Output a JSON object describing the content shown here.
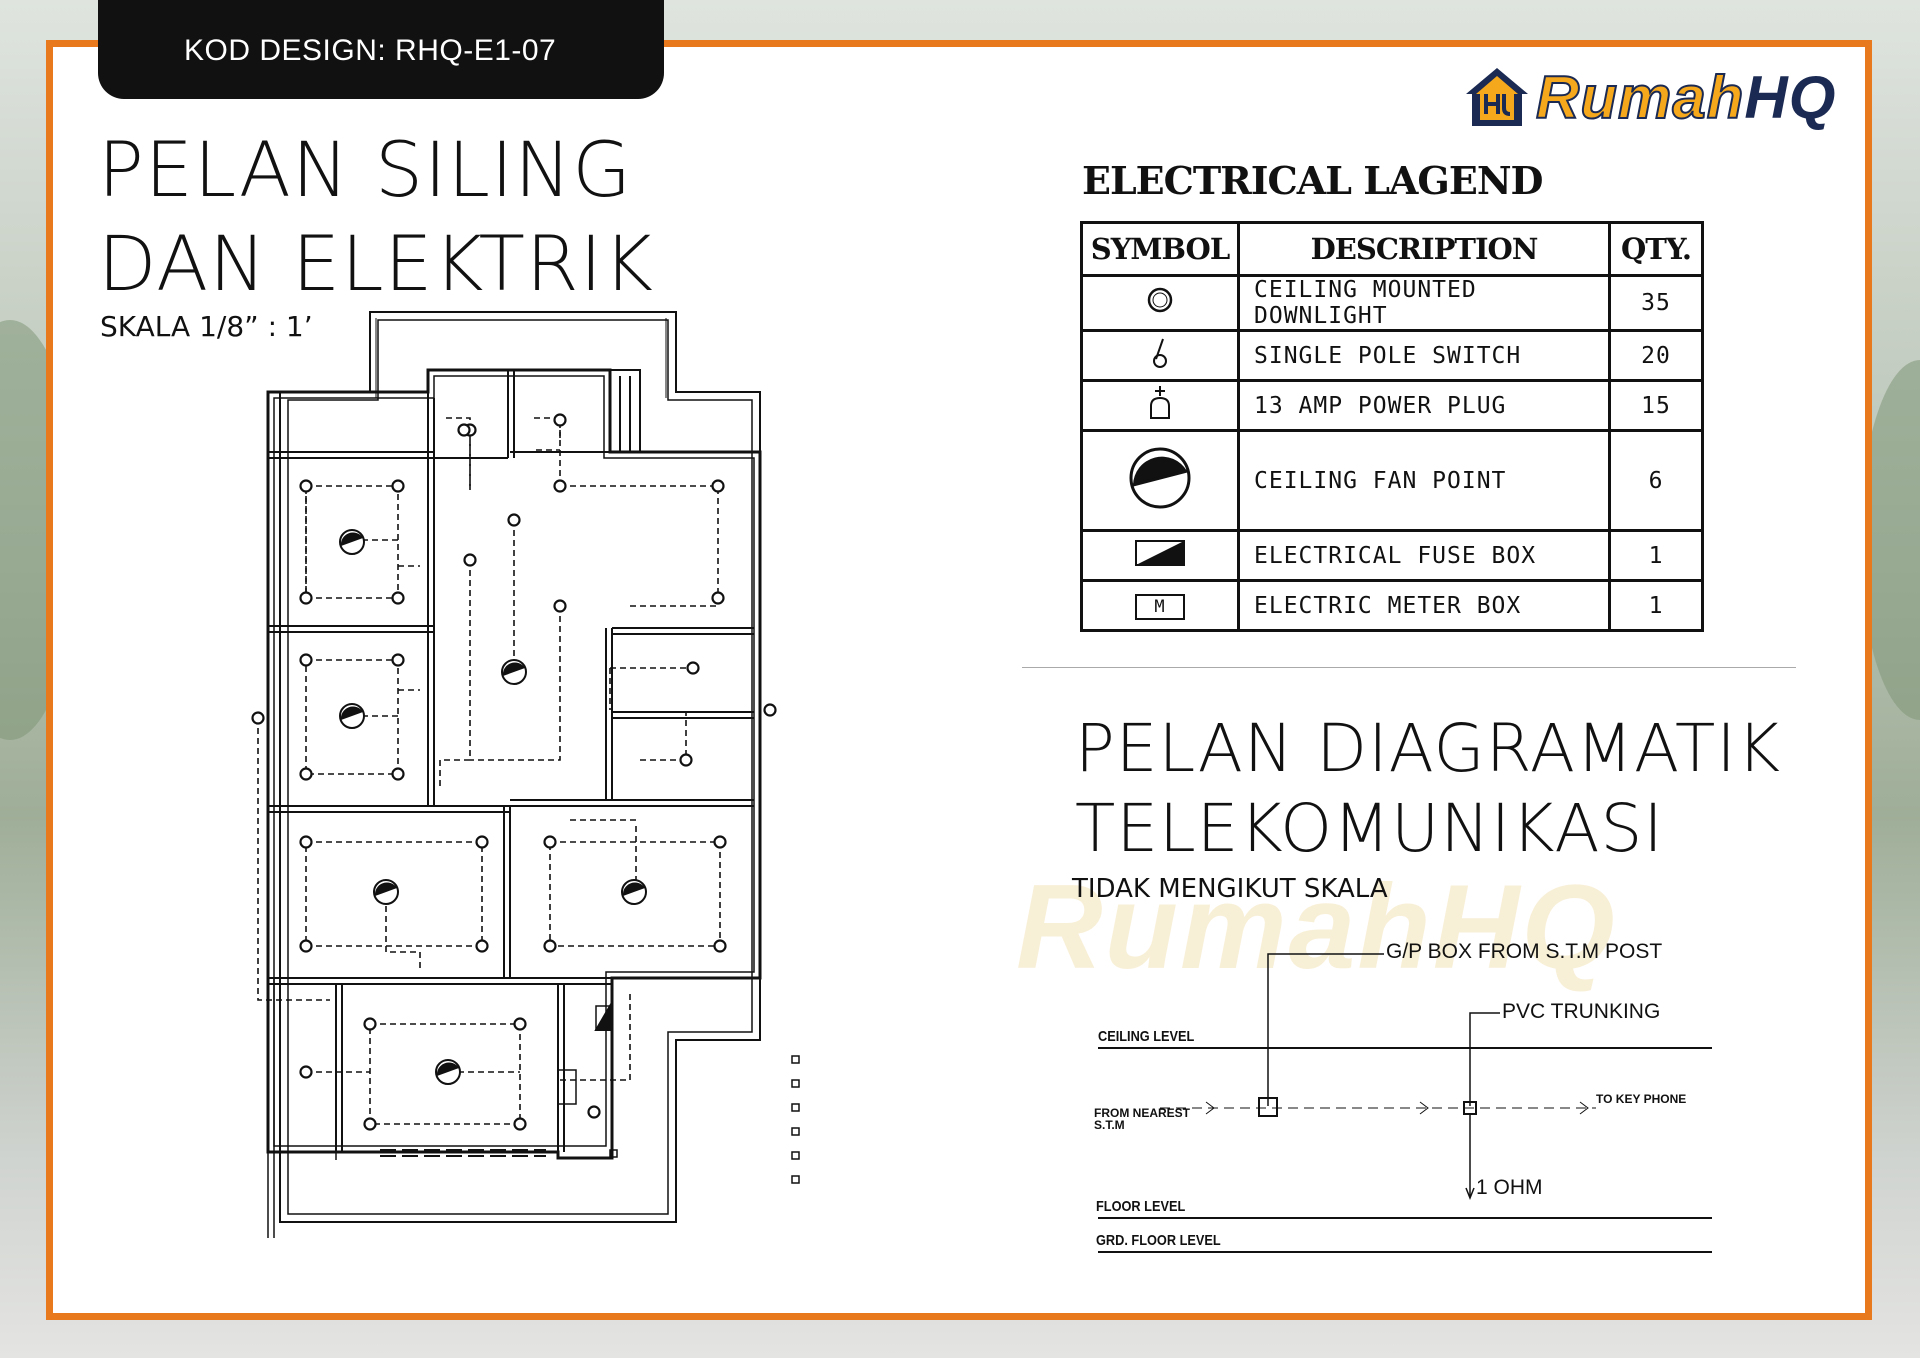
{
  "header": {
    "design_code": "KOD DESIGN: RHQ-E1-07"
  },
  "brand": {
    "name_part1": "Rumah",
    "name_part2": "HQ",
    "watermark": "RumahHQ"
  },
  "plan": {
    "title_line1": "PELAN SILING",
    "title_line2": "DAN ELEKTRIK",
    "scale": "SKALA 1/8” : 1’"
  },
  "legend": {
    "title": "ELECTRICAL LAGEND",
    "headers": {
      "symbol": "SYMBOL",
      "description": "DESCRIPTION",
      "qty": "QTY."
    },
    "rows": [
      {
        "icon": "downlight-icon",
        "description": "CEILING MOUNTED DOWNLIGHT",
        "qty": "35"
      },
      {
        "icon": "switch-icon",
        "description": "SINGLE POLE SWITCH",
        "qty": "20"
      },
      {
        "icon": "power-plug-icon",
        "description": "13 AMP POWER PLUG",
        "qty": "15"
      },
      {
        "icon": "ceiling-fan-icon",
        "description": "CEILING FAN POINT",
        "qty": "6"
      },
      {
        "icon": "fuse-box-icon",
        "description": "ELECTRICAL FUSE BOX",
        "qty": "1"
      },
      {
        "icon": "meter-box-icon",
        "description": "ELECTRIC METER BOX",
        "qty": "1"
      }
    ],
    "meter_letter": "M"
  },
  "telecom": {
    "title_line1": "PELAN DIAGRAMATIK",
    "title_line2": "TELEKOMUNIKASI",
    "note": "TIDAK MENGIKUT SKALA",
    "labels": {
      "gp_box": "G/P BOX FROM  S.T.M  POST",
      "pvc": "PVC TRUNKING",
      "ceiling": "CEILING  LEVEL",
      "from_line1": "FROM  NEAREST",
      "from_line2": "S.T.M",
      "to_key": "TO  KEY  PHONE",
      "ohm": "1 OHM",
      "floor": "FLOOR  LEVEL",
      "grd": "GRD.  FLOOR  LEVEL"
    }
  },
  "colors": {
    "frame": "#e8791d",
    "brand_orange": "#f5a81c",
    "brand_navy": "#1b2a52",
    "ink": "#111111"
  }
}
